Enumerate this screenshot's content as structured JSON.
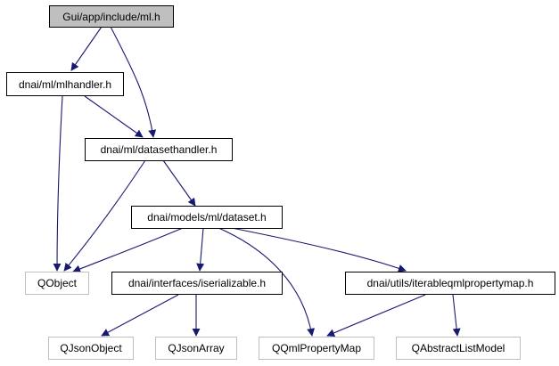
{
  "colors": {
    "edge": "#191970",
    "node_border": "#000000",
    "external_border": "#bfbfbf",
    "root_fill": "#bfbfbf"
  },
  "nodes": {
    "root": "Gui/app/include/ml.h",
    "mlhandler": "dnai/ml/mlhandler.h",
    "datasethandler": "dnai/ml/datasethandler.h",
    "dataset": "dnai/models/ml/dataset.h",
    "qobject": "QObject",
    "iserializable": "dnai/interfaces/iserializable.h",
    "iterablemap": "dnai/utils/iterableqmlpropertymap.h",
    "qjsonobject": "QJsonObject",
    "qjsonarray": "QJsonArray",
    "qqmlpropertymap": "QQmlPropertyMap",
    "qabstractlistmodel": "QAbstractListModel"
  }
}
